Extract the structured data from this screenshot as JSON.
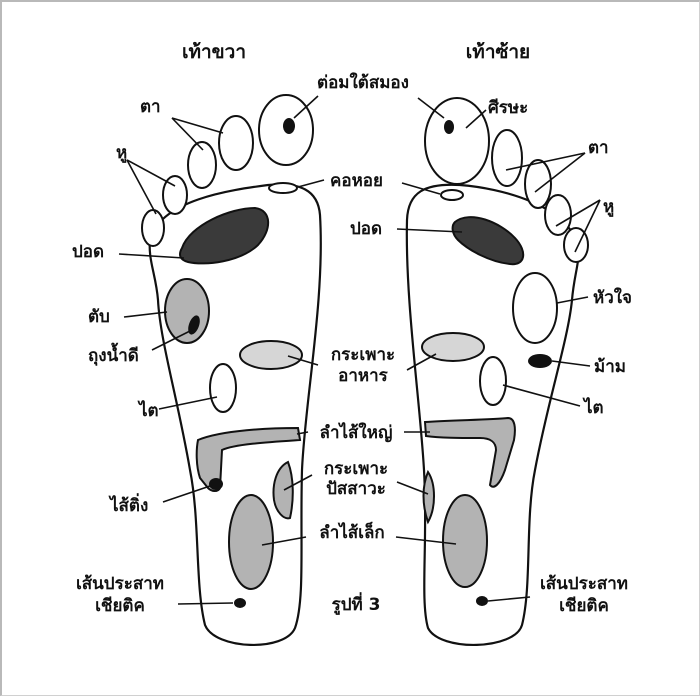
{
  "headings": {
    "right_foot": "เท้าขวา",
    "left_foot": "เท้าซ้าย"
  },
  "labels": {
    "pituitary": "ต่อมใต้สมอง",
    "head": "ศีรษะ",
    "eye_right": "ตา",
    "eye_left": "ตา",
    "ear_right": "หู",
    "ear_left": "หู",
    "throat": "คอหอย",
    "lung_right": "ปอด",
    "lung_left": "ปอด",
    "liver": "ตับ",
    "gallbladder": "ถุงน้ำดี",
    "heart": "หัวใจ",
    "stomach_line1": "กระเพาะ",
    "stomach_line2": "อาหาร",
    "spleen": "ม้าม",
    "kidney_right": "ไต",
    "kidney_left": "ไต",
    "large_intestine": "ลำไส้ใหญ่",
    "bladder_line1": "กระเพาะ",
    "bladder_line2": "ปัสสาวะ",
    "appendix": "ไส้ติ่ง",
    "small_intestine": "ลำไส้เล็ก",
    "sciatic_right_line1": "เส้นประสาท",
    "sciatic_right_line2": "เชียติค",
    "sciatic_left_line1": "เส้นประสาท",
    "sciatic_left_line2": "เชียติค"
  },
  "caption": "รูปที่ 3",
  "colors": {
    "ink": "#111111",
    "zone_gray": "#b3b3b3",
    "zone_dark": "#3a3a3a",
    "background": "#ffffff"
  }
}
